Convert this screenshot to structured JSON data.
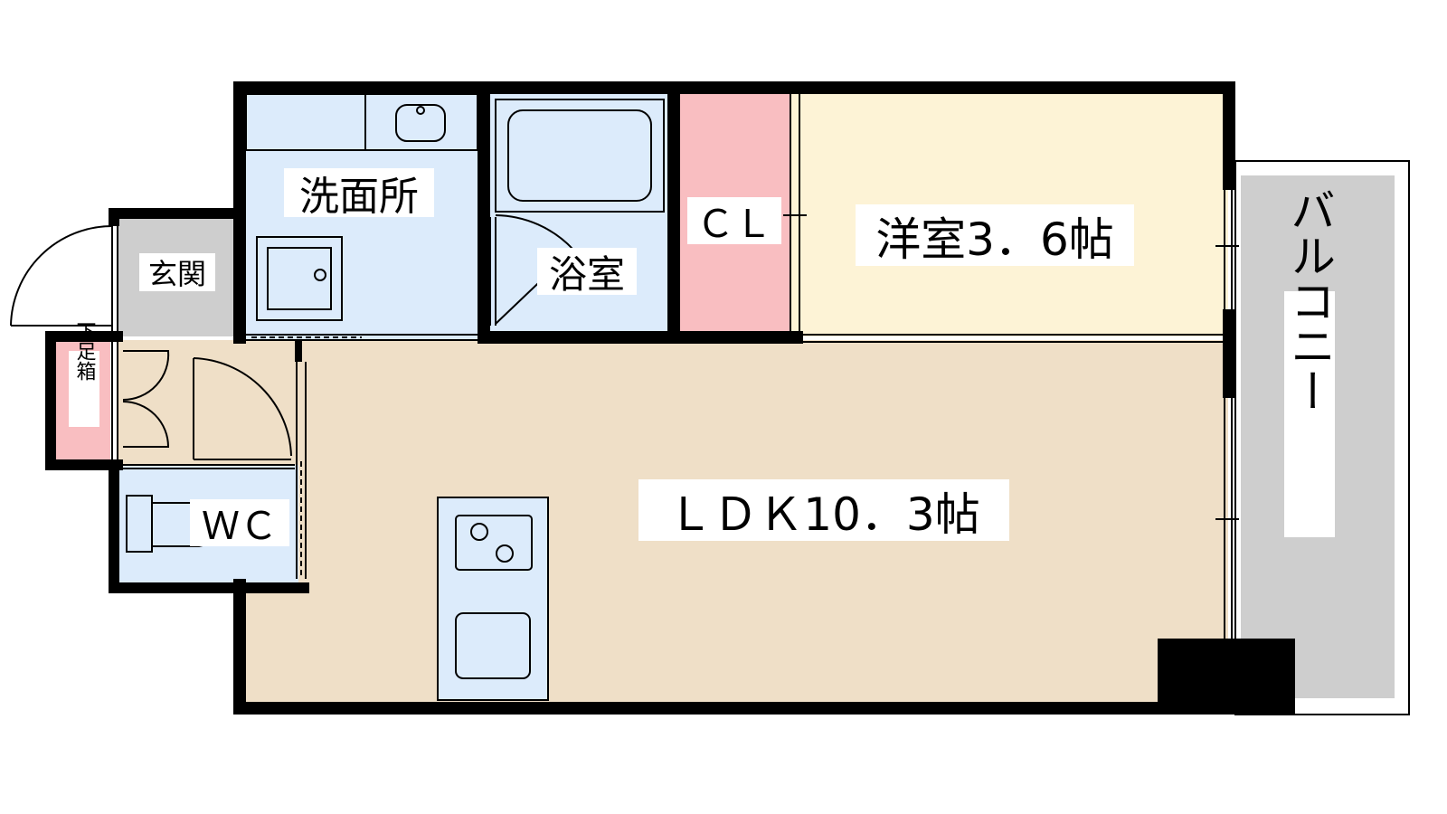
{
  "floorplan": {
    "rooms": {
      "wash": {
        "label": "洗面所",
        "color": "#dcebfb"
      },
      "bath": {
        "label": "浴室",
        "color": "#dcebfb"
      },
      "closet": {
        "label": "ＣＬ",
        "color": "#f9bec1"
      },
      "western": {
        "label": "洋室3．6帖",
        "color": "#fdf3d6"
      },
      "entrance": {
        "label": "玄関",
        "color": "#cecece"
      },
      "shoebox": {
        "label": "下足箱",
        "color": "#f9bec1"
      },
      "wc": {
        "label": "ＷＣ",
        "color": "#dcebfb"
      },
      "ldk": {
        "label": "ＬＤＫ10．3帖",
        "color": "#efdfc7"
      },
      "balcony": {
        "label": "バルコニー",
        "color": "#cecece"
      }
    },
    "colors": {
      "wall": "#000000",
      "fixture": "#dcebfb",
      "line": "#000000"
    }
  }
}
